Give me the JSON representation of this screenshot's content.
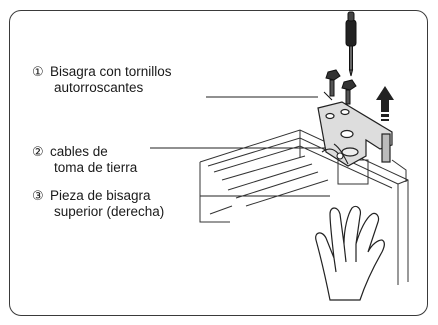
{
  "callouts": [
    {
      "number": "①",
      "line1": "Bisagra con tornillos",
      "line2": "autorroscantes"
    },
    {
      "number": "②",
      "line1": "cables de",
      "line2": "toma de tierra"
    },
    {
      "number": "③",
      "line1": "Pieza de bisagra",
      "line2": "superior (derecha)"
    }
  ],
  "icons": [
    "screwdriver-icon",
    "up-arrow-icon",
    "hand-icon"
  ]
}
